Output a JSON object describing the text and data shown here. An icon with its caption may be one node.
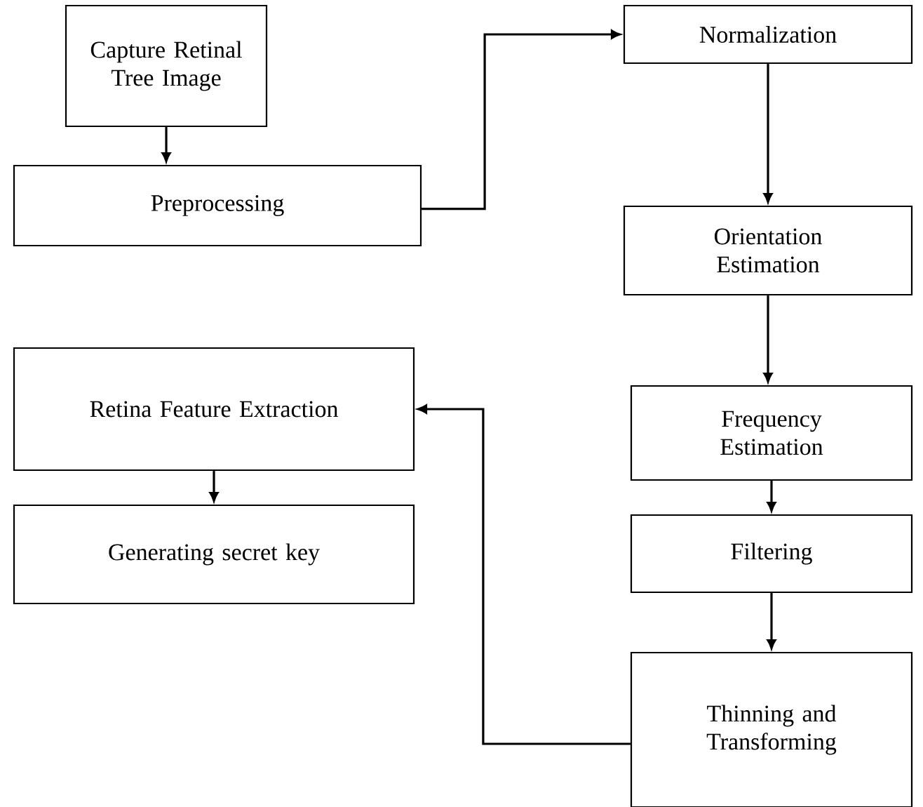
{
  "diagram": {
    "nodes": [
      {
        "text": [
          "Capture Retinal Tree Image"
        ]
      },
      {
        "text": [
          "Preprocessing"
        ]
      },
      {
        "text": [
          "Normalization"
        ]
      },
      {
        "text": [
          "Orientation Estimation"
        ]
      },
      {
        "text": [
          "Frequency Estimation"
        ]
      },
      {
        "text": [
          "Filtering"
        ]
      },
      {
        "text": [
          "Thinning and Transforming"
        ]
      },
      {
        "text": [
          "Retina Feature Extraction"
        ]
      },
      {
        "text": [
          "Generating secret key"
        ]
      }
    ],
    "edges": [
      {
        "from": 0,
        "to": 1,
        "arrow": "to"
      },
      {
        "from": 1,
        "to": 2,
        "arrow": "to"
      },
      {
        "from": 2,
        "to": 3,
        "arrow": "to"
      },
      {
        "from": 3,
        "to": 4,
        "arrow": "to"
      },
      {
        "from": 4,
        "to": 5,
        "arrow": "to"
      },
      {
        "from": 5,
        "to": 6,
        "arrow": "to"
      },
      {
        "from": 6,
        "to": 7,
        "arrow": "to"
      },
      {
        "from": 7,
        "to": 8,
        "arrow": "to"
      }
    ]
  }
}
